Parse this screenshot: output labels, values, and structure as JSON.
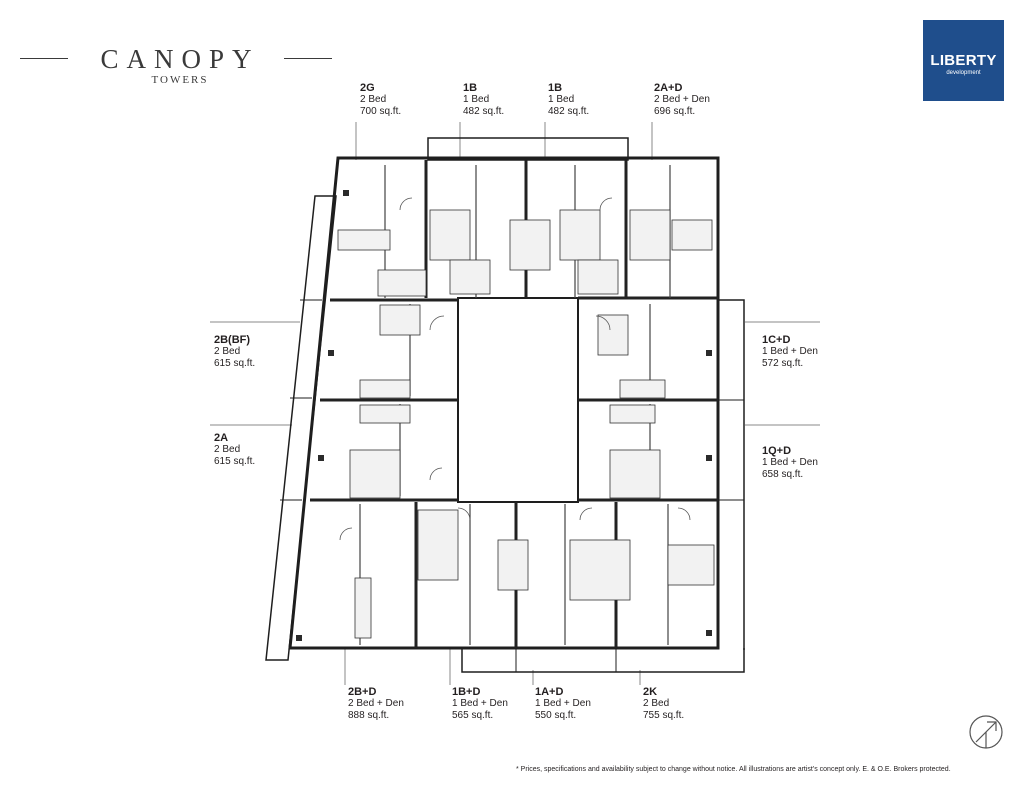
{
  "logo": {
    "name": "CANOPY",
    "sub": "TOWERS"
  },
  "brand": {
    "name": "LIBERTY",
    "sub": "development",
    "color": "#1f4e8c"
  },
  "units": [
    {
      "code": "2G",
      "type": "2 Bed",
      "size": "700 sq.ft."
    },
    {
      "code": "1B",
      "type": "1 Bed",
      "size": "482 sq.ft."
    },
    {
      "code": "1B",
      "type": "1 Bed",
      "size": "482 sq.ft."
    },
    {
      "code": "2A+D",
      "type": "2 Bed + Den",
      "size": "696 sq.ft."
    },
    {
      "code": "2B(BF)",
      "type": "2 Bed",
      "size": "615 sq.ft."
    },
    {
      "code": "2A",
      "type": "2 Bed",
      "size": "615 sq.ft."
    },
    {
      "code": "1C+D",
      "type": "1 Bed + Den",
      "size": "572 sq.ft."
    },
    {
      "code": "1Q+D",
      "type": "1 Bed + Den",
      "size": "658 sq.ft."
    },
    {
      "code": "2B+D",
      "type": "2 Bed + Den",
      "size": "888 sq.ft."
    },
    {
      "code": "1B+D",
      "type": "1 Bed + Den",
      "size": "565 sq.ft."
    },
    {
      "code": "1A+D",
      "type": "1 Bed + Den",
      "size": "550 sq.ft."
    },
    {
      "code": "2K",
      "type": "2 Bed",
      "size": "755 sq.ft."
    }
  ],
  "icons": {
    "compass": "north-arrow-icon"
  },
  "disclaimer": "* Prices, specifications and availability subject to change without notice. All illustrations are artist's concept only. E. & O.E. Brokers protected."
}
